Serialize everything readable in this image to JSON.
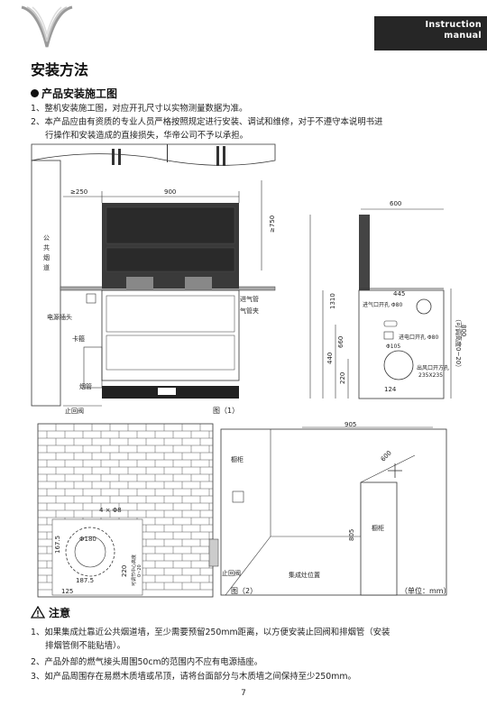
{
  "header": {
    "logo_icon": "v-chevron-logo",
    "band_line1": "Instruction",
    "band_line2": "manual",
    "band_color": "#262626"
  },
  "title": "安装方法",
  "section": {
    "bullet": "●",
    "heading": "产品安装施工图",
    "item1": "1、整机安装施工图，对应开孔尺寸以实物测量数据为准。",
    "item2a": "2、本产品应由有资质的专业人员严格按照规定进行安装、调试和维修，对于不遵守本说明书进",
    "item2b": "行操作和安装造成的直接损失，华帝公司不予以承担。"
  },
  "fig1": {
    "dim_ge250": "≥250",
    "dim_900": "900",
    "dim_ge750": "≥750",
    "flue_label": "公共烟道",
    "power_socket": "电源插头",
    "clamp": "卡箍",
    "smoke_pipe": "烟管",
    "check_valve": "止回阀",
    "gas_inlet": "进气管",
    "gas_clip": "气管夹",
    "caption": "图（1）",
    "side_dim_600": "600",
    "side_dim_445": "445",
    "side_dim_1310": "1310",
    "side_dim_660": "660",
    "side_dim_440": "440",
    "side_dim_220": "220",
    "side_dim_124": "124",
    "side_dim_800": "800",
    "side_adjust": "（可调高度0~20）",
    "gas_hole": "进气口开孔 Φ80",
    "power_hole": "进电口开孔 Φ80",
    "dim_105": "Φ105",
    "air_outlet": "出风口开方孔",
    "air_outlet_size": "235X235"
  },
  "fig2": {
    "hole_label": "4 × Φ8",
    "dim_phi180": "Φ180",
    "dim_167_5": "167.5",
    "dim_187_5": "187.5",
    "dim_220": "220",
    "dim_125": "125",
    "flue_center": "可调节中心高度",
    "flue_center2": "0~20",
    "dim_905": "905",
    "dim_600": "600",
    "dim_805": "805",
    "cabinet_top": "橱柜",
    "cabinet_right": "橱柜",
    "check_valve": "止回阀",
    "stove_position": "集成灶位置",
    "caption": "图（2）",
    "unit": "（单位：mm）"
  },
  "notice": {
    "icon": "warning-triangle-icon",
    "title": "注意",
    "item1a": "1、如果集成灶靠近公共烟道墙，至少需要预留250mm距离，以方便安装止回阀和排烟管（安装",
    "item1b": "排烟管侧不能贴墙）。",
    "item2": "2、产品外部的燃气接头周围50cm的范围内不应有电源插座。",
    "item3": "3、如产品周围存在易燃木质墙或吊顶，请将台面部分与木质墙之间保持至少250mm。"
  },
  "page_number": "7"
}
